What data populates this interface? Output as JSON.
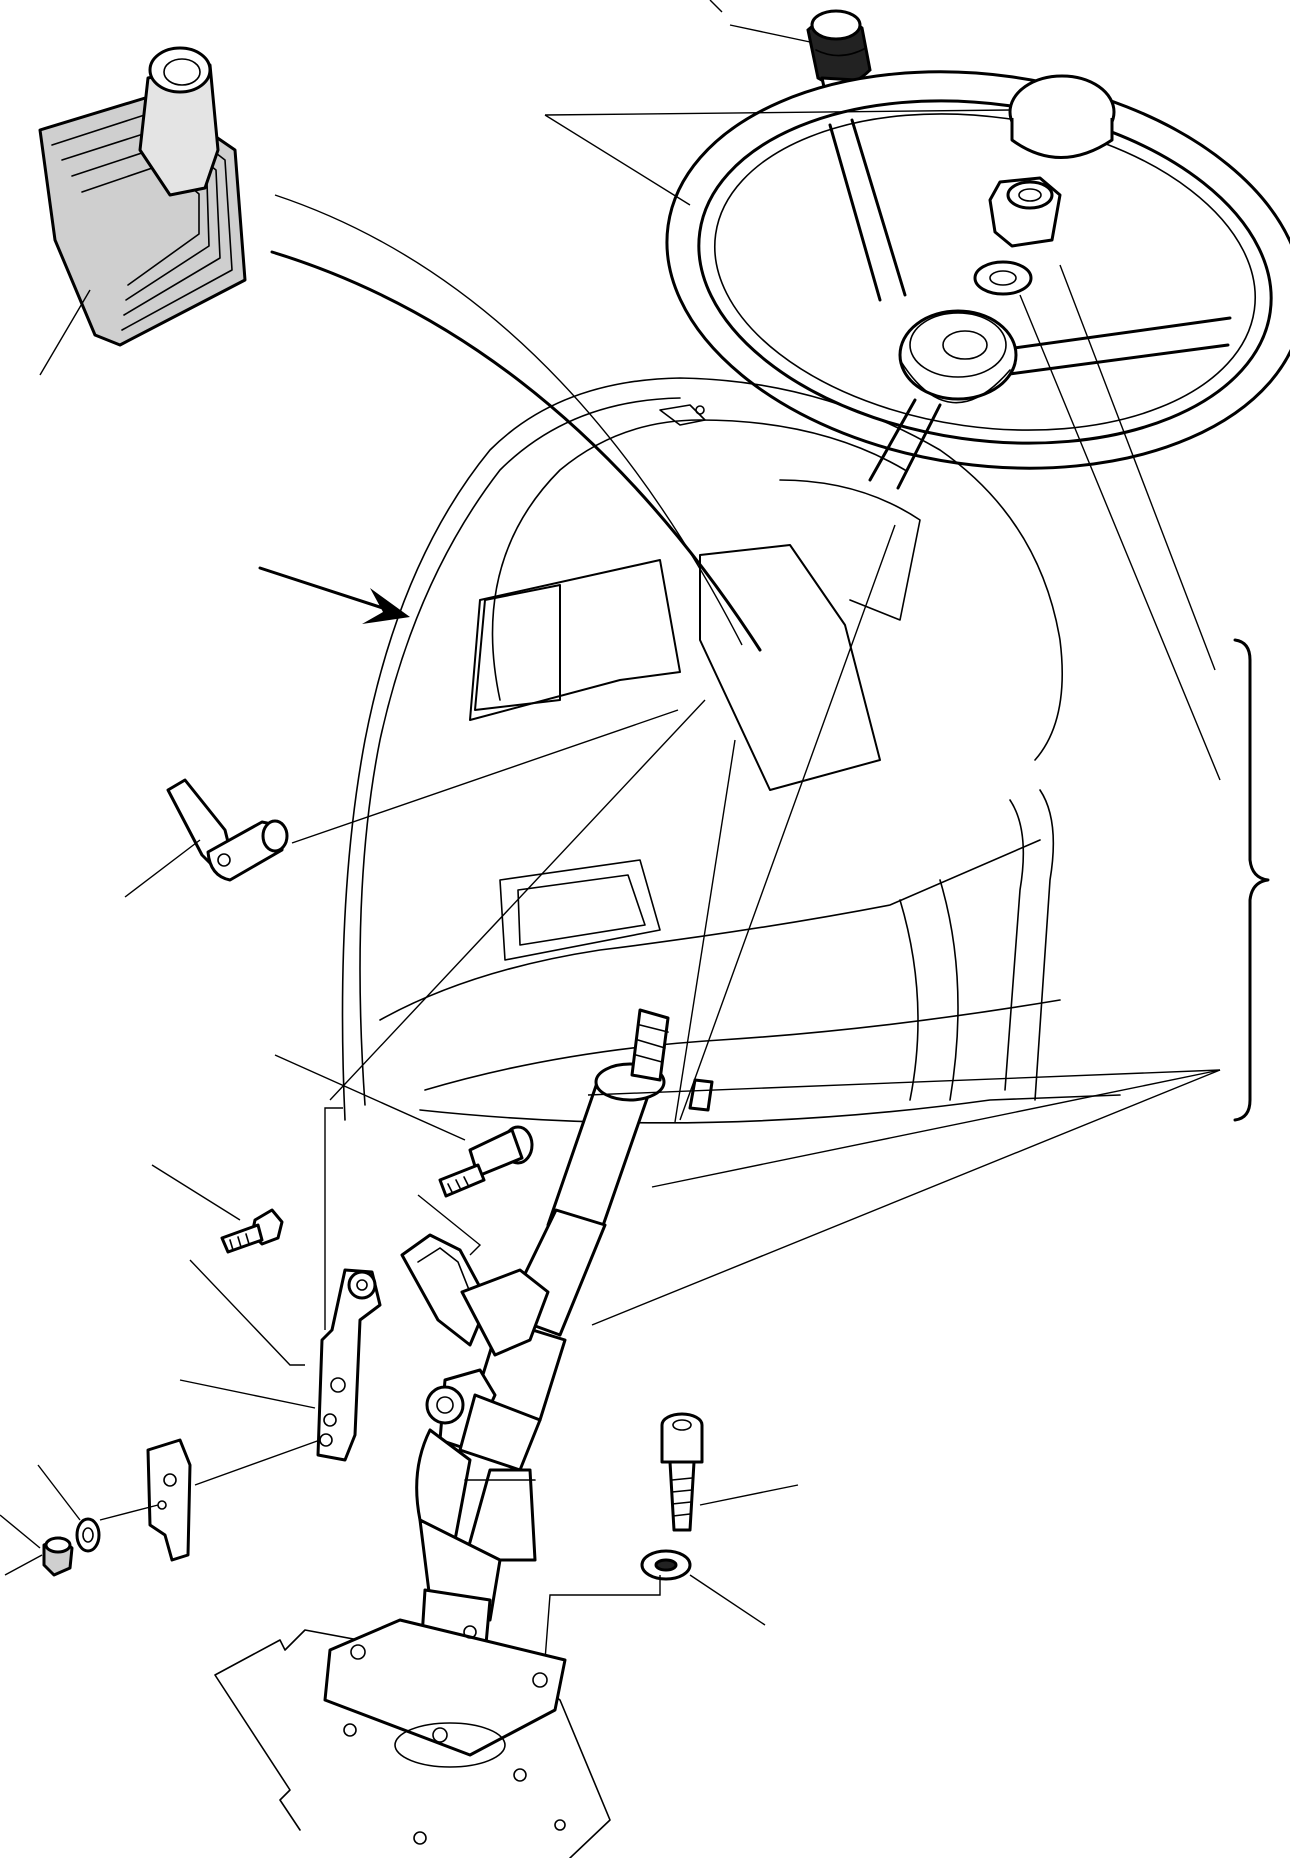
{
  "diagram": {
    "parts": [
      {
        "name": "gear-lever-boot"
      },
      {
        "name": "horn-button-knob"
      },
      {
        "name": "steering-wheel"
      },
      {
        "name": "steering-wheel-cap"
      },
      {
        "name": "wheel-nut"
      },
      {
        "name": "wheel-washer"
      },
      {
        "name": "dashboard-console"
      },
      {
        "name": "tilt-lever"
      },
      {
        "name": "steering-column"
      },
      {
        "name": "shoulder-bolt"
      },
      {
        "name": "hex-bolt"
      },
      {
        "name": "mounting-bracket"
      },
      {
        "name": "support-plate"
      },
      {
        "name": "lock-nut"
      },
      {
        "name": "flat-washer"
      },
      {
        "name": "socket-head-screw"
      },
      {
        "name": "column-washer"
      },
      {
        "name": "floor-base-plate"
      },
      {
        "name": "assembly-bracket"
      }
    ]
  }
}
